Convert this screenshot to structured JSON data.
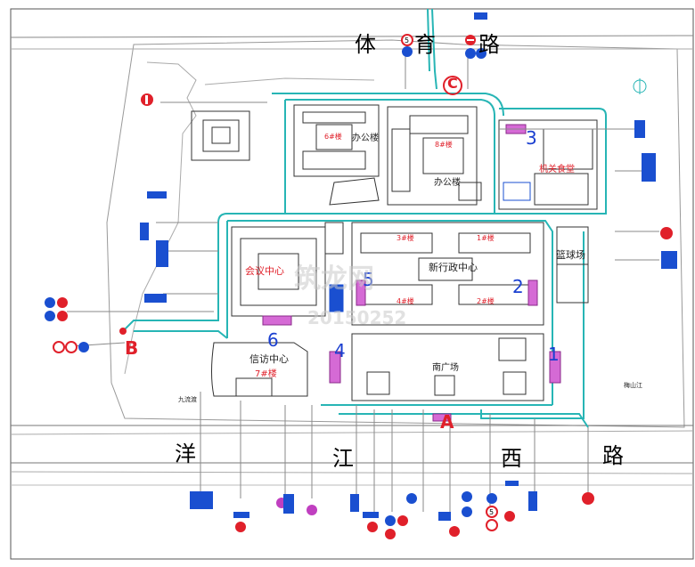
{
  "roads": {
    "north": [
      "体",
      "育",
      "路"
    ],
    "south": [
      "洋",
      "江",
      "西",
      "路"
    ]
  },
  "buildings": {
    "office_a": "办公楼",
    "office_b": "办公楼",
    "canteen": "机关食堂",
    "conference": "会议中心",
    "admin_center": "新行政中心",
    "basketball": "篮球场",
    "petition": "信访中心",
    "south_square": "南广场",
    "b1_red": "6#楼",
    "b2_red": "8#楼",
    "b3_red": "3#楼",
    "b4_red": "1#楼",
    "b5_red": "4#楼",
    "b6_red": "2#楼",
    "b7_red": "7#楼"
  },
  "streets_small": {
    "west": "九流渡",
    "east": "梅山江"
  },
  "markers": {
    "numbers": [
      "1",
      "2",
      "3",
      "4",
      "5",
      "6"
    ],
    "letters": [
      "A",
      "B",
      "C"
    ]
  },
  "watermark": {
    "line1": "筑龙网",
    "line2": "20150252"
  },
  "colors": {
    "road_cyan": "#27b5b5",
    "line_gray": "#8a8a8a",
    "outline_dark": "#333333",
    "sign_blue": "#1a4fd0",
    "sign_red": "#e0202a",
    "bay_magenta": "#c03fc0",
    "callout_blue": "#4a6ee0"
  },
  "icons": [
    "no-entry-sign-icon",
    "speed-limit-sign-icon",
    "parking-sign-icon",
    "no-parking-sign-icon",
    "direction-sign-icon",
    "north-arrow-icon"
  ]
}
